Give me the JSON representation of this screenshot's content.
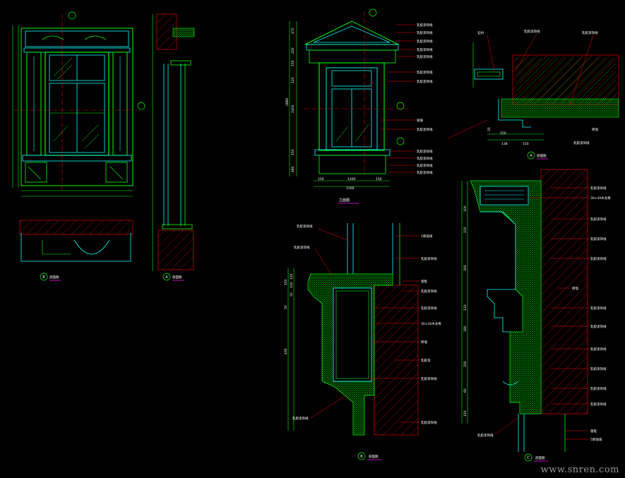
{
  "drawing": {
    "background": "#000000",
    "colors": {
      "outline": "#00ff00",
      "detail": "#00ffff",
      "section": "#ff0000",
      "axis": "#ff0000",
      "text": "#ffffff",
      "title_underline": "#ff00ff",
      "infill": "#00ff00"
    }
  },
  "titles": {
    "elevation_a": "立面图",
    "section_b": "剖面图",
    "section_c": "剖面图",
    "detail_a": "剖面图",
    "plan_left": "剖面图",
    "section_left": "剖面图"
  },
  "markers": {
    "a": "A",
    "b": "B",
    "c": "C"
  },
  "pediment_dims": {
    "vertical": [
      "470",
      "250",
      "150",
      "2880",
      "2400",
      "150",
      "480",
      "120"
    ],
    "horizontal": [
      "150",
      "1200",
      "150",
      "1500"
    ]
  },
  "detail_a_dims": [
    "138",
    "150",
    "250",
    "25"
  ],
  "section_b_dims": [
    "50",
    "50",
    "150",
    "120",
    "150",
    "430"
  ],
  "section_c_dims": [
    "100",
    "150",
    "300",
    "120",
    "180",
    "250",
    "60",
    "150"
  ],
  "leaders": {
    "pediment_right": [
      "乳胶漆饰线",
      "乳胶漆饰线",
      "乳胶漆饰线",
      "乳胶漆饰线",
      "乳胶漆饰线",
      "乳胶漆饰线",
      "乳胶漆饰线",
      "玻璃",
      "乳胶漆饰线",
      "乳胶漆饰线",
      "乳胶漆饰线",
      "乳胶漆饰线",
      "乳胶漆饰线"
    ],
    "detail_a": [
      "石材",
      "乳胶漆饰线",
      "乳胶漆饰线",
      "砖墙",
      "乳胶漆饰线"
    ],
    "section_b_right": [
      "5厚玻璃",
      "乳胶漆饰线",
      "窗框",
      "乳胶漆饰线",
      "乳胶漆饰线",
      "30×30木龙骨",
      "砖墙",
      "乳胶漆",
      "乳胶漆饰线"
    ],
    "section_b_left": [
      "乳胶漆饰线",
      "乳胶漆饰线",
      "乳胶漆饰线"
    ],
    "section_c_right": [
      "乳胶漆饰线",
      "30×30木龙骨",
      "乳胶漆饰线",
      "乳胶漆饰线",
      "乳胶漆饰线",
      "砖墙",
      "乳胶漆饰线",
      "乳胶漆饰线",
      "乳胶漆饰线",
      "乳胶漆饰线",
      "乳胶漆饰线",
      "乳胶漆饰线",
      "窗框",
      "5厚玻璃"
    ],
    "section_c_left": [
      "乳胶漆饰线"
    ]
  },
  "watermark": "www.snren.com"
}
